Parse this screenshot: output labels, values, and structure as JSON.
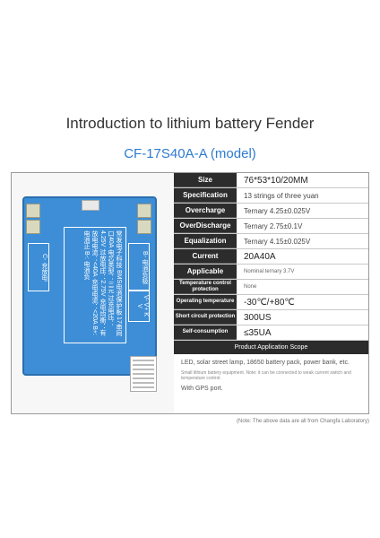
{
  "title": "Introduction to lithium battery Fender",
  "model": "CF-17S40A-A (model)",
  "board": {
    "main_label": "常发电子科技 BMS电池保护板 17串同口40A 电芯类型：三元 过充电压：4.25V 过放电压：2.75V 充电均衡：有 放电电流：<40A 充电电流：<20A B+: 电池正 B-: 电池负",
    "left_box": "C- 充放电",
    "right_box": "B- 电池负极",
    "right_box2": "V- V+ K V"
  },
  "specs": [
    {
      "label": "Size",
      "value": "76*53*10/20MM",
      "style": "big"
    },
    {
      "label": "Specification",
      "value": "13 strings of three yuan",
      "style": ""
    },
    {
      "label": "Overcharge",
      "value": "Ternary 4.25±0.025V",
      "style": ""
    },
    {
      "label": "OverDischarge",
      "value": "Ternary 2.75±0.1V",
      "style": ""
    },
    {
      "label": "Equalization",
      "value": "Ternary 4.15±0.025V",
      "style": ""
    },
    {
      "label": "Current",
      "value": "20A40A",
      "style": "big"
    },
    {
      "label": "Applicable",
      "value": "Nominal ternary 3.7V",
      "style": "tiny"
    },
    {
      "label": "Temperature control protection",
      "value": "None",
      "style": "tiny",
      "small": true
    },
    {
      "label": "Operating temperature",
      "value": "-30℃/+80℃",
      "style": "big",
      "small": true
    },
    {
      "label": "Short circuit protection",
      "value": "300US",
      "style": "big",
      "small": true
    },
    {
      "label": "Self-consumption",
      "value": "≤35UA",
      "style": "big",
      "small": true
    }
  ],
  "scope": {
    "header": "Product Application Scope",
    "line1": "LED, solar street lamp, 18650 battery pack, power bank, etc.",
    "line2": "Small lithium battery equipment. Note: it can be connected to weak current switch and temperature control.",
    "line3": "With GPS port."
  },
  "note": "(Note: The above data are all from Changfa Laboratory)"
}
